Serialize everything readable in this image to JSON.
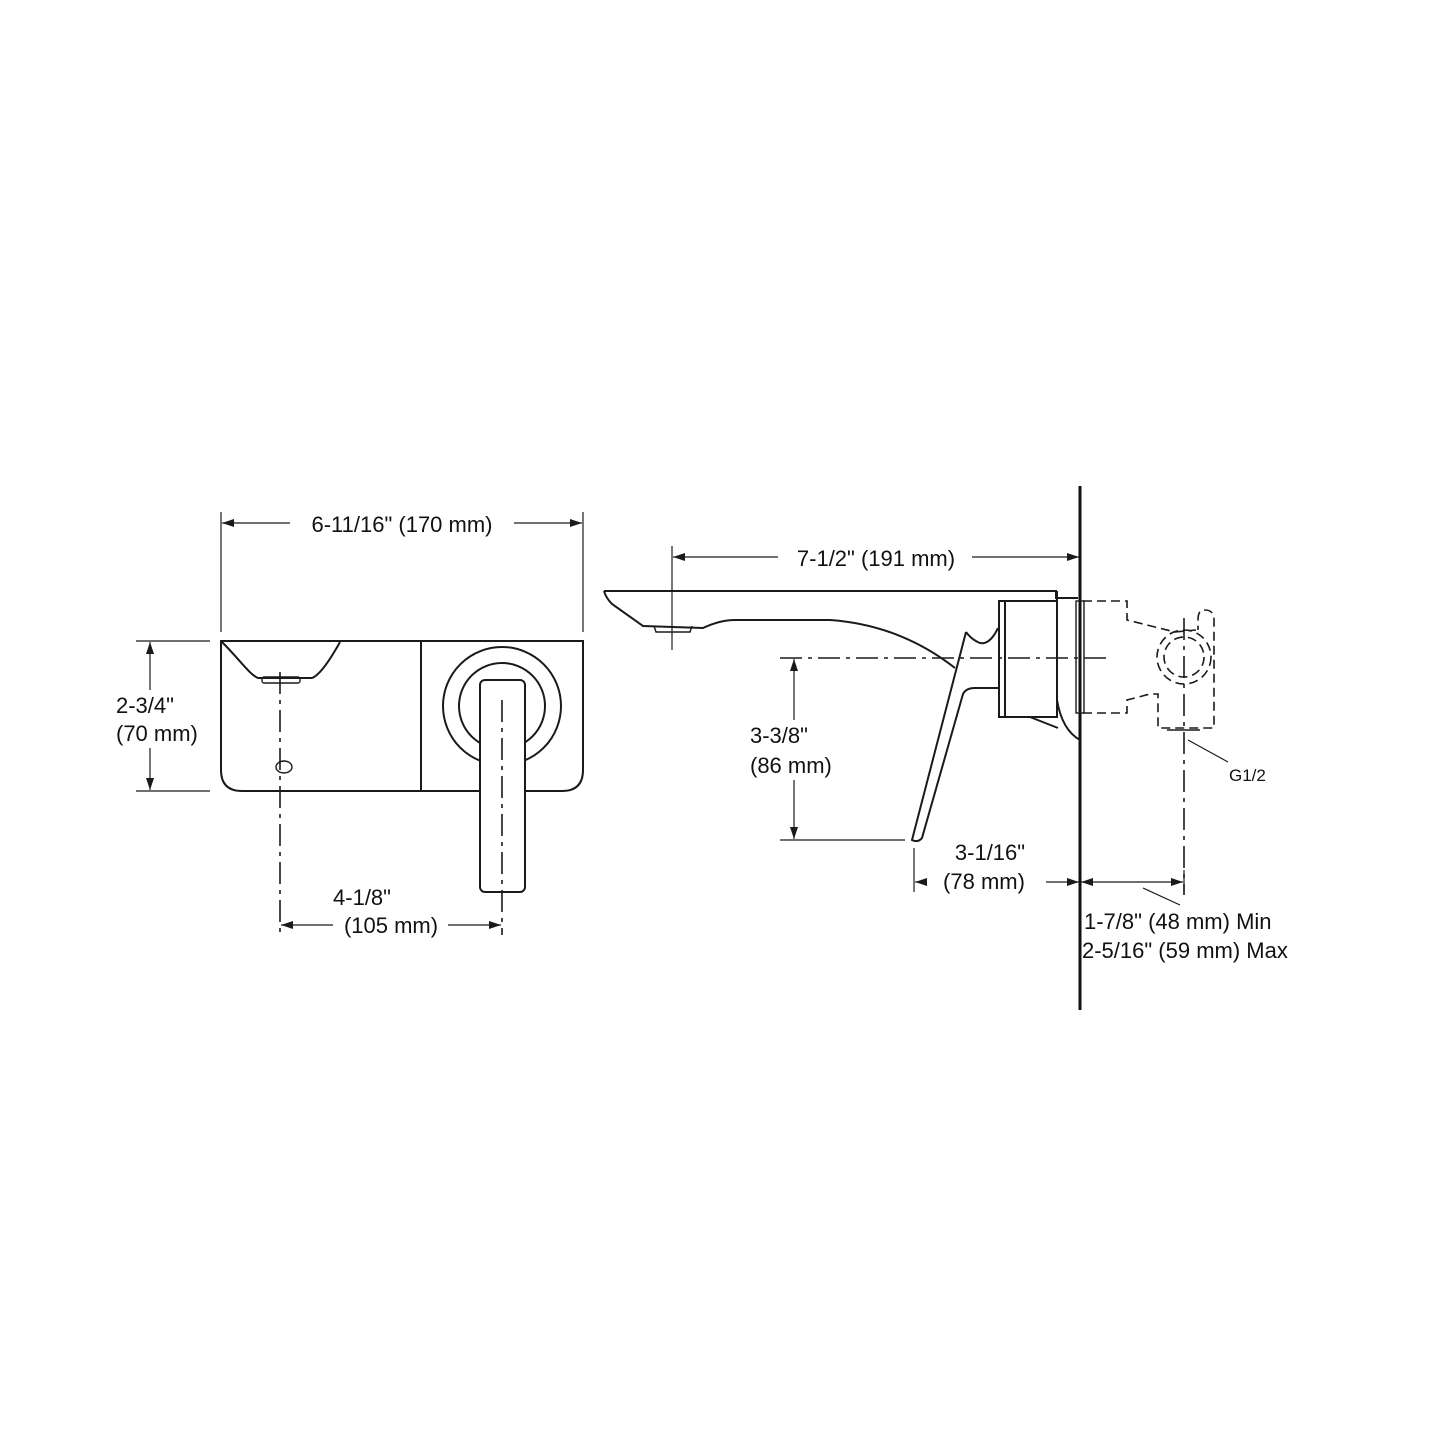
{
  "front_view": {
    "width_dim": "6-11/16\" (170 mm)",
    "height_dim_in": "2-3/4\"",
    "height_dim_mm": "(70 mm)",
    "center_dim_in": "4-1/8\"",
    "center_dim_mm": "(105 mm)"
  },
  "side_view": {
    "spout_reach_dim": "7-1/2\" (191 mm)",
    "lever_drop_in": "3-3/8\"",
    "lever_drop_mm": "(86 mm)",
    "lever_projection_in": "3-1/16\"",
    "lever_projection_mm": "(78 mm)",
    "thread_label": "G1/2",
    "wall_depth_min": "1-7/8\" (48 mm) Min",
    "wall_depth_max": "2-5/16\" (59 mm) Max"
  },
  "colors": {
    "line": "#1a1a1a",
    "background": "#ffffff"
  }
}
